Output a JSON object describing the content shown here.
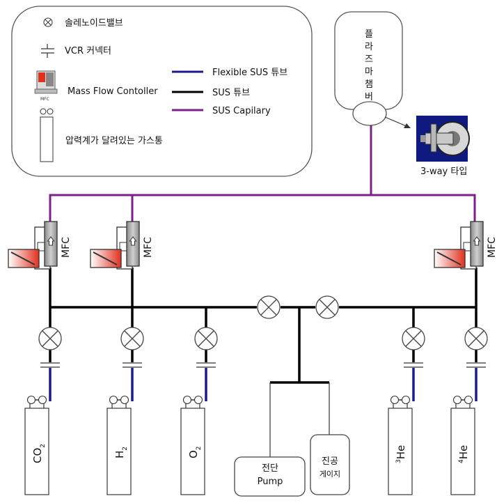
{
  "legend": {
    "solenoid_valve": "솔레노이드밸브",
    "vcr_connector": "VCR 커넥터",
    "mfc": "Mass Flow Contoller",
    "mfc_icon_text": "MFC",
    "gas_cylinder": "압력계가 달려있는 가스통",
    "flexible_sus": "Flexible SUS 튜브",
    "sus_tube": "SUS 튜브",
    "sus_capillary": "SUS Capilary"
  },
  "chamber": {
    "label": "플라즈마챔버",
    "label_chars": [
      "플",
      "라",
      "즈",
      "마",
      "챔",
      "버"
    ]
  },
  "three_way": {
    "label": "3-way 타입"
  },
  "mfc_units": {
    "label": "MFC"
  },
  "cylinders": {
    "co2": {
      "main": "CO",
      "sub": "2"
    },
    "h2": {
      "main": "H",
      "sub": "2"
    },
    "o2": {
      "main": "O",
      "sub": "2"
    },
    "he3": {
      "pre": "3",
      "main": "He"
    },
    "he4": {
      "pre": "4",
      "main": "He"
    }
  },
  "pump": {
    "line1": "전단",
    "line2": "Pump"
  },
  "vacuum_gauge": {
    "line1": "진공",
    "line2": "게이지"
  },
  "colors": {
    "flexible_sus": "#1a1a8c",
    "sus_tube": "#000000",
    "sus_capillary": "#7b1f8a",
    "mfc_body": "#9a9a9a",
    "mfc_indicator": "#e0301e"
  }
}
